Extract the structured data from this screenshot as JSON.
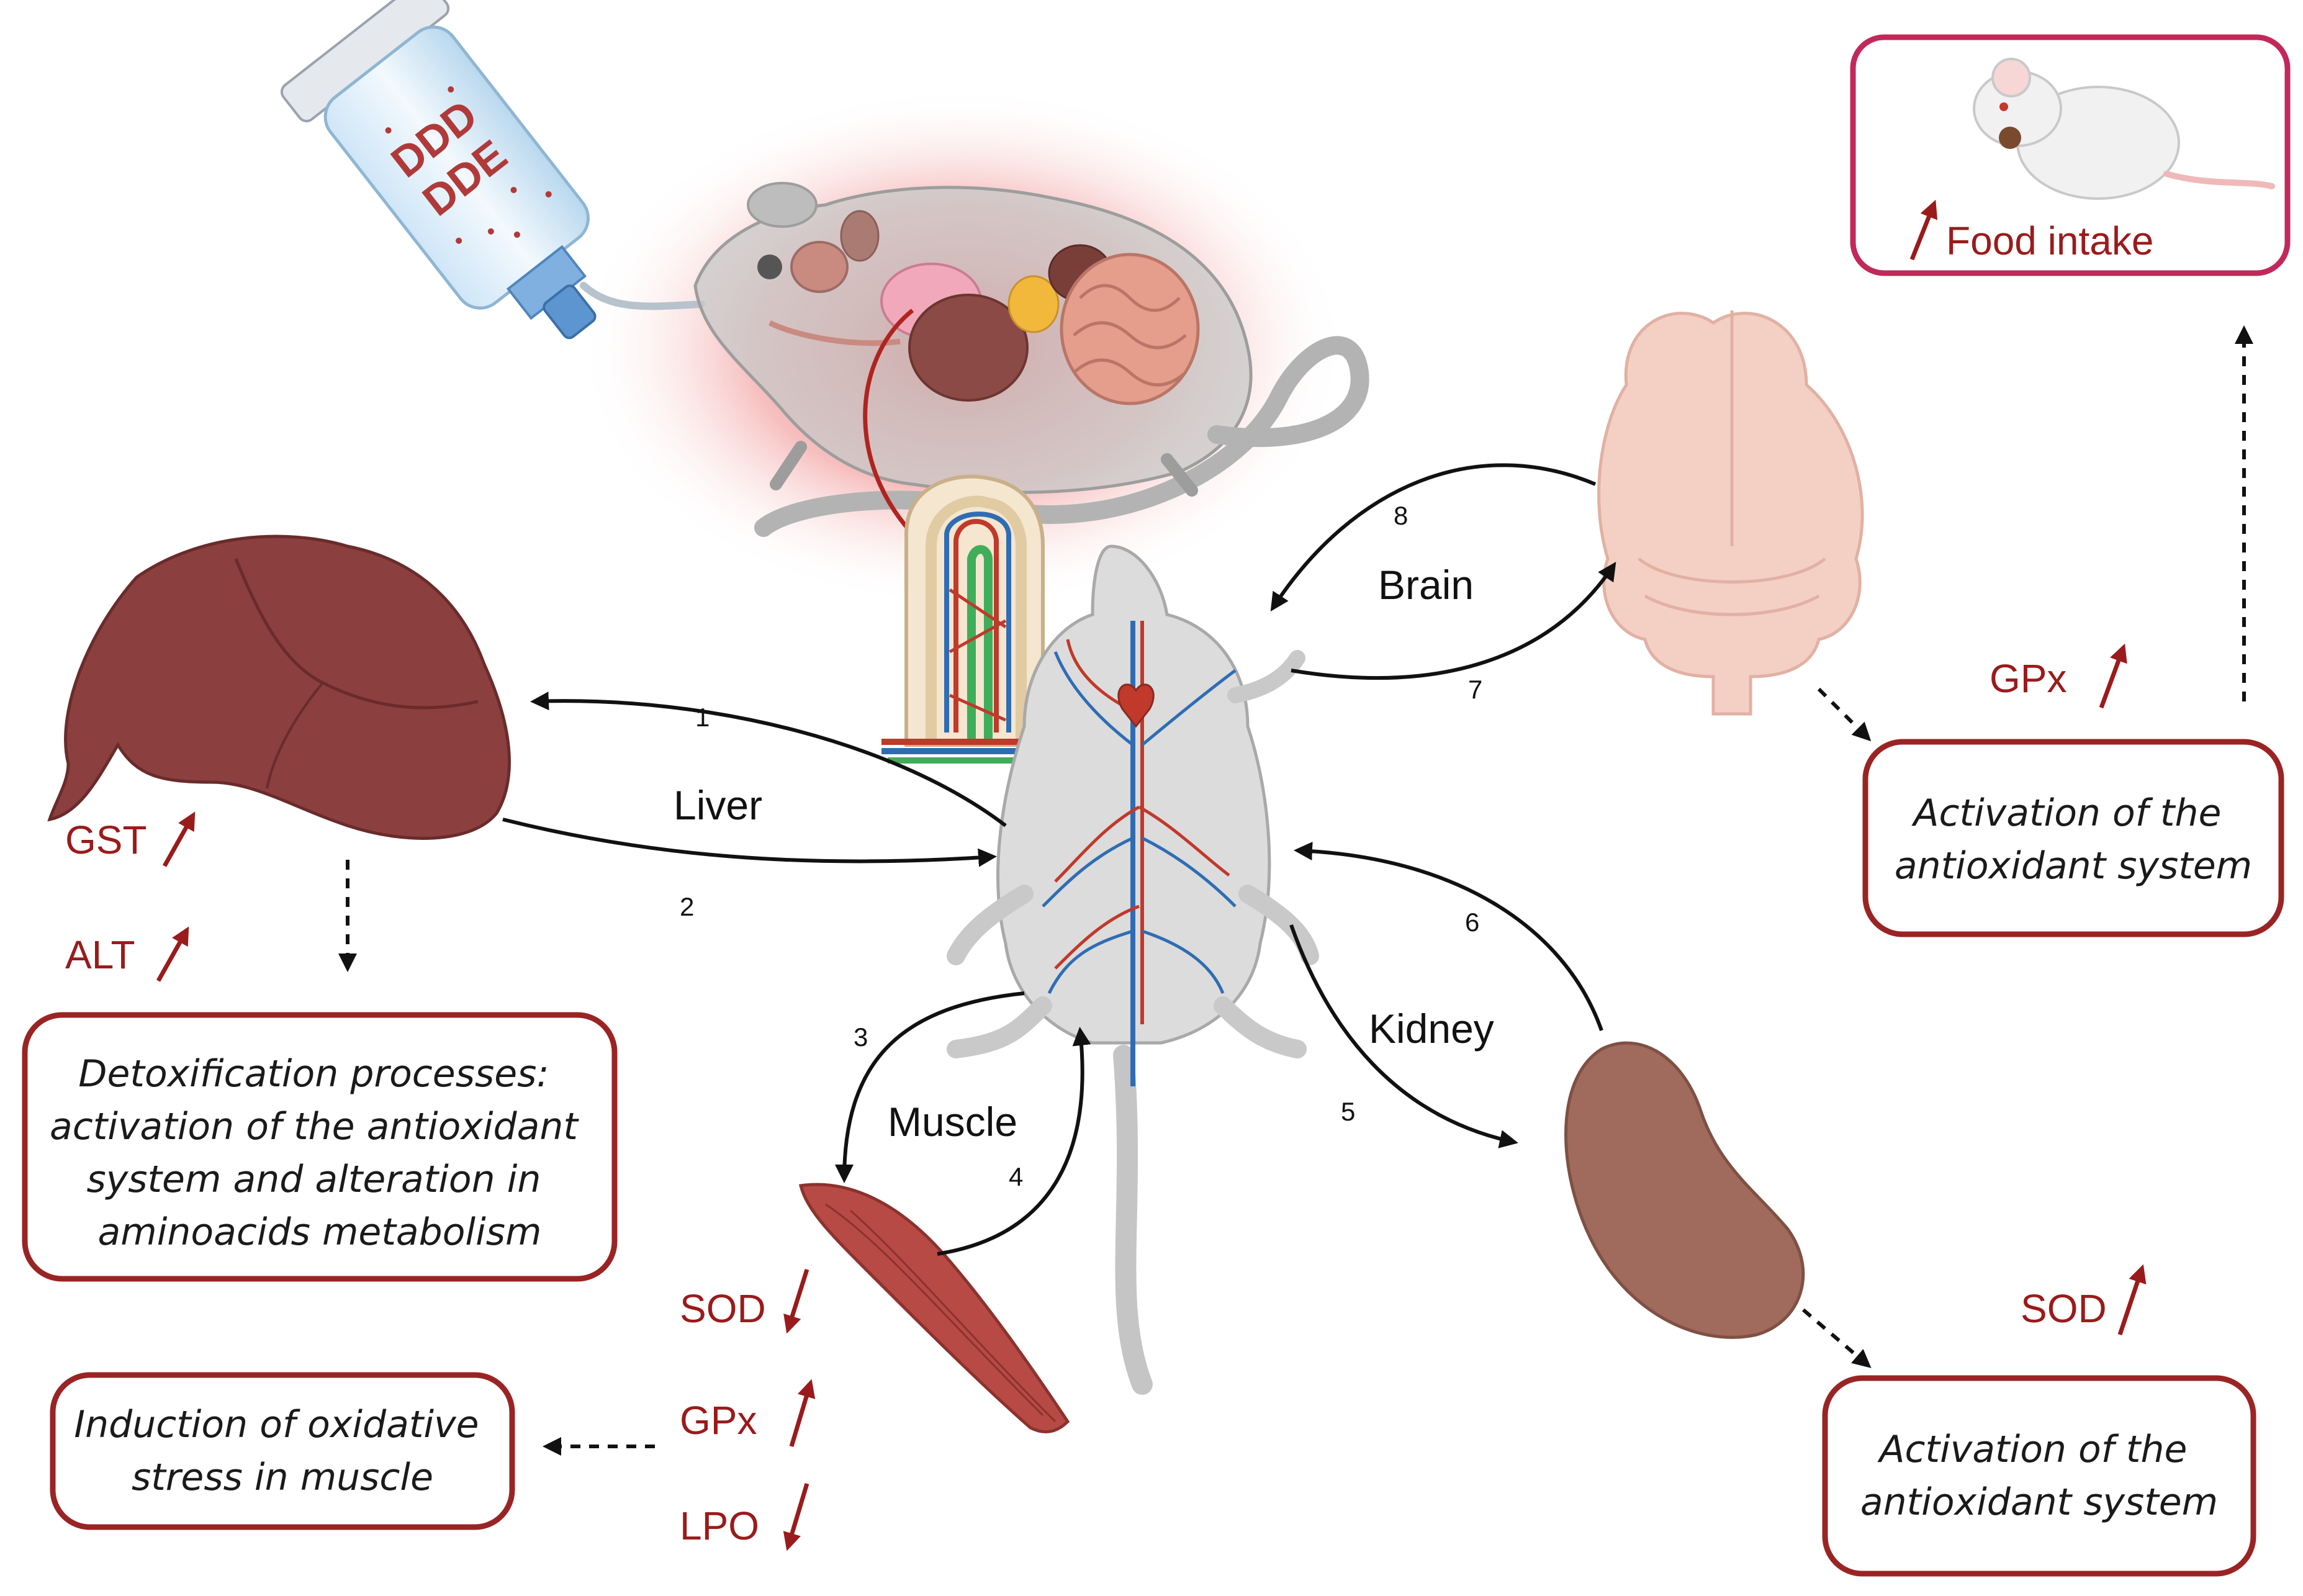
{
  "bottle": {
    "line1": "DDD",
    "line2": "DDE"
  },
  "organs": {
    "liver": "Liver",
    "brain": "Brain",
    "kidney": "Kidney",
    "muscle": "Muscle"
  },
  "arrow_numbers": [
    "1",
    "2",
    "3",
    "4",
    "5",
    "6",
    "7",
    "8"
  ],
  "liver": {
    "markers": [
      {
        "label": "GST",
        "direction": "up"
      },
      {
        "label": "ALT",
        "direction": "up"
      }
    ],
    "box_lines": [
      "Detoxification processes:",
      "activation of the antioxidant",
      "system and alteration in",
      "aminoacids metabolism"
    ]
  },
  "muscle": {
    "markers": [
      {
        "label": "SOD",
        "direction": "down"
      },
      {
        "label": "GPx",
        "direction": "up"
      },
      {
        "label": "LPO",
        "direction": "down"
      }
    ],
    "box_lines": [
      "Induction of oxidative",
      "stress in muscle"
    ]
  },
  "brain": {
    "markers": [
      {
        "label": "GPx",
        "direction": "up"
      }
    ],
    "box_lines": [
      "Activation of the",
      "antioxidant system"
    ]
  },
  "kidney": {
    "markers": [
      {
        "label": "SOD",
        "direction": "up"
      }
    ],
    "box_lines": [
      "Activation of the",
      "antioxidant system"
    ]
  },
  "food": {
    "label": "Food intake",
    "direction": "up"
  },
  "colors": {
    "marker": "#9a1b1b",
    "box_border": "#9a2424",
    "food_border": "#c2285a",
    "liver": "#8c3f3f",
    "kidney": "#a06a5c",
    "brain": "#f4cfc4",
    "muscle": "#b84a45",
    "rat": "#dcdcdc",
    "artery": "#c0392b",
    "vein": "#2e6db4"
  }
}
